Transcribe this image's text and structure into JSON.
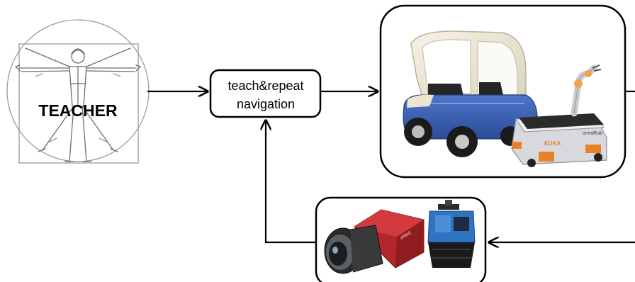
{
  "teacher": {
    "label": "TEACHER",
    "image": "vitruvian-man-drawing"
  },
  "navigation": {
    "line1": "teach&repeat",
    "line2": "navigation"
  },
  "robots": {
    "vehicle_image": "electric-car",
    "mobile_manipulator_image": "mobile-manipulator-robot",
    "manipulator_brand": "KUKA",
    "manipulator_model": "omniRob"
  },
  "sensors": {
    "camera_image": "industrial-camera",
    "camera_brand": "allied",
    "laser_image": "laser-scanner"
  },
  "colors": {
    "stroke": "#000000",
    "car_blue": "#3a5fb0",
    "car_cream": "#ece6d4",
    "camera_red": "#b3262a",
    "scanner_blue": "#2f74c2",
    "kuka_orange": "#e8822a"
  }
}
